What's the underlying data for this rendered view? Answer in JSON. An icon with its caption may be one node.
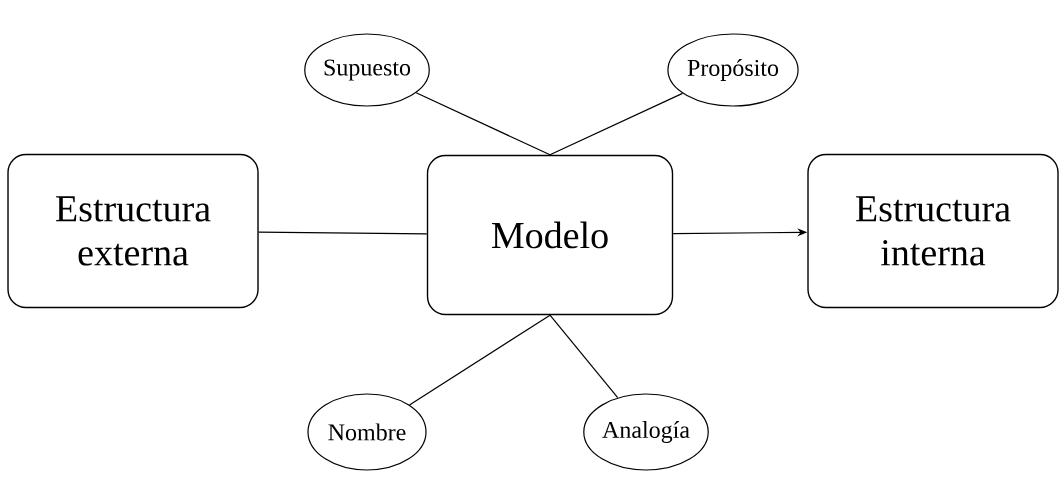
{
  "diagram": {
    "nodes": [
      {
        "text": [
          "Supuesto"
        ]
      },
      {
        "text": [
          "Propósito"
        ]
      },
      {
        "text": [
          "Estructura externa"
        ]
      },
      {
        "text": [
          "Modelo"
        ]
      },
      {
        "text": [
          "Estructura interna"
        ]
      },
      {
        "text": [
          "Nombre"
        ]
      },
      {
        "text": [
          "Analogía"
        ]
      }
    ],
    "edges": [
      {
        "from": 0,
        "to": 3,
        "arrow": "none"
      },
      {
        "from": 1,
        "to": 3,
        "arrow": "none"
      },
      {
        "from": 2,
        "to": 3,
        "arrow": "none"
      },
      {
        "from": 3,
        "to": 4,
        "arrow": "to"
      },
      {
        "from": 3,
        "to": 5,
        "arrow": "none"
      },
      {
        "from": 3,
        "to": 6,
        "arrow": "none"
      }
    ]
  }
}
